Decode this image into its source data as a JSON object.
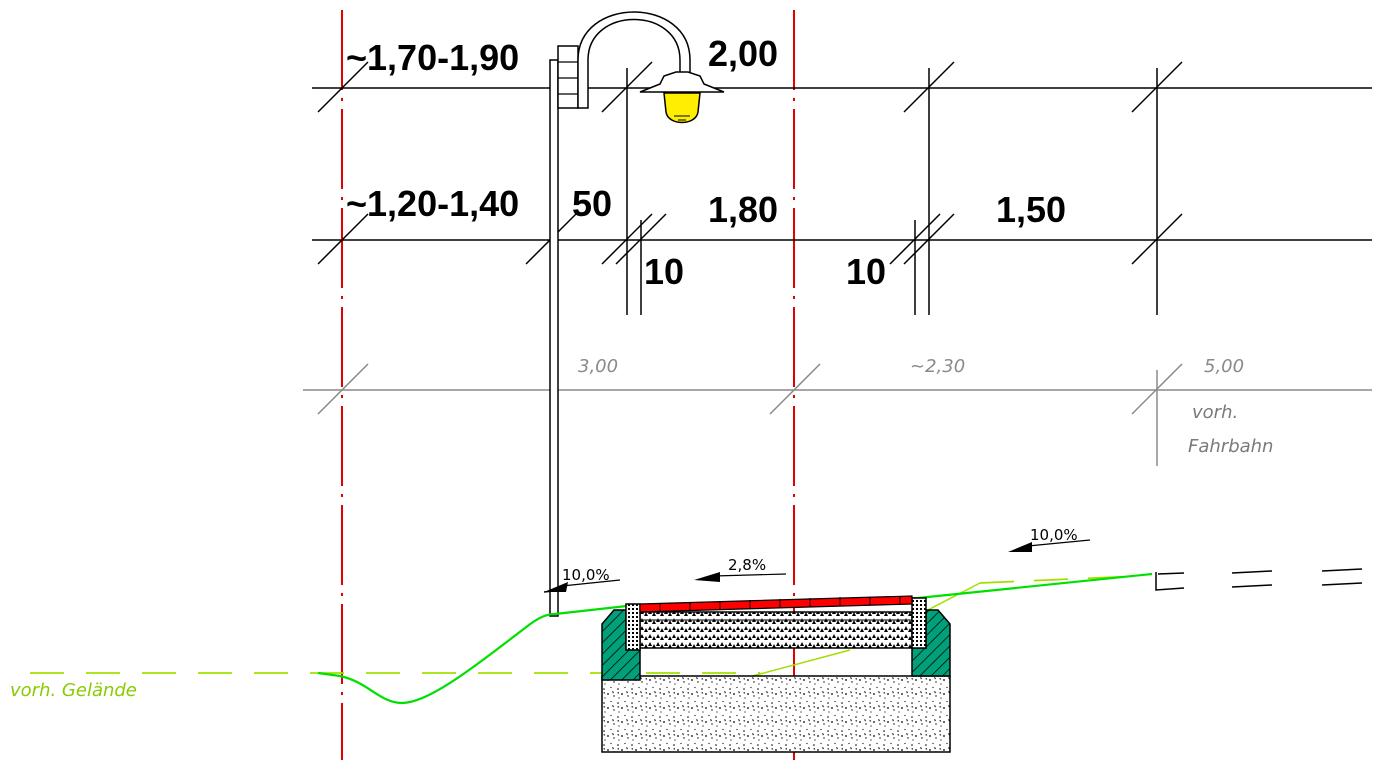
{
  "colors": {
    "axis_red": "#e00000",
    "terrain_green": "#00e000",
    "existing_ground_green": "#a0e000",
    "paving_red": "#ff0000",
    "curb_green": "#009070",
    "lamp_yellow": "#ffee00",
    "grey_dimension": "#8a8a8a"
  },
  "dimensions": {
    "row1": {
      "left_width": "~1,70-1,90",
      "right_width": "2,00"
    },
    "row2": {
      "left_width": "~1,20-1,40",
      "offset": "50",
      "path_width": "1,80",
      "right_width": "1,50",
      "curb_left": "10",
      "curb_right": "10"
    },
    "row3": {
      "left_width": "3,00",
      "middle_width": "~2,30",
      "right_width": "5,00"
    }
  },
  "labels": {
    "existing_road": [
      "vorh.",
      "Fahrbahn"
    ],
    "existing_terrain": "vorh. Gelände"
  },
  "slopes": {
    "left": "10,0%",
    "center": "2,8%",
    "right": "10,0%"
  }
}
